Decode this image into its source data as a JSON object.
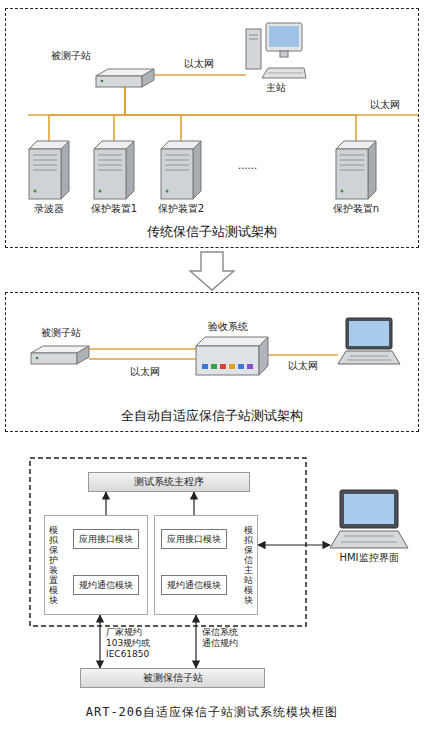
{
  "diagram": {
    "caption": "ART-206自适应保信子站测试系统模块框图",
    "nodes": [
      {
        "text": [
          "传统保信子站测试架构"
        ]
      },
      {
        "text": [
          "被测子站"
        ],
        "in": 0
      },
      {
        "text": [
          "主站"
        ],
        "in": 0
      },
      {
        "text": [
          "录波器"
        ],
        "in": 0
      },
      {
        "text": [
          "保护装置1"
        ],
        "in": 0
      },
      {
        "text": [
          "保护装置2"
        ],
        "in": 0
      },
      {
        "text": [
          "保护装置n"
        ],
        "in": 0
      },
      {
        "text": [
          "全自动自适应保信子站测试架构"
        ]
      },
      {
        "text": [
          "被测子站"
        ],
        "in": 7
      },
      {
        "text": [
          "验收系统"
        ],
        "in": 7
      },
      {
        "text": [
          "测试系统主程序"
        ]
      },
      {
        "text": [
          "模拟保护装置模块"
        ]
      },
      {
        "text": [
          "应用接口模块"
        ],
        "in": 11
      },
      {
        "text": [
          "规约通信模块"
        ],
        "in": 11
      },
      {
        "text": [
          "模拟保信主站模块"
        ]
      },
      {
        "text": [
          "应用接口模块"
        ],
        "in": 14
      },
      {
        "text": [
          "规约通信模块"
        ],
        "in": 14
      },
      {
        "text": [
          "HMI监控界面"
        ]
      },
      {
        "text": [
          "被测保信子站"
        ]
      }
    ],
    "edges": [
      {
        "from": 1,
        "to": 2,
        "arrow": "none",
        "label": "以太网"
      },
      {
        "from": 1,
        "to": 3,
        "arrow": "none"
      },
      {
        "from": 1,
        "to": 4,
        "arrow": "none"
      },
      {
        "from": 1,
        "to": 5,
        "arrow": "none"
      },
      {
        "from": 1,
        "to": 6,
        "arrow": "none"
      },
      {
        "from": 8,
        "to": 9,
        "arrow": "none"
      },
      {
        "from": 8,
        "to": 9,
        "arrow": "none",
        "label": "以太网"
      },
      {
        "from": 10,
        "to": 12,
        "arrow": "both"
      },
      {
        "from": 10,
        "to": 15,
        "arrow": "both"
      },
      {
        "from": 14,
        "to": 17,
        "arrow": "both"
      },
      {
        "from": 11,
        "to": 18,
        "arrow": "both",
        "label": "厂家规约 103规约或 IEC61850"
      },
      {
        "from": 14,
        "to": 18,
        "arrow": "both",
        "label": "保信系统 通信规约"
      }
    ],
    "labels": [
      "以太网",
      "......",
      "以太网"
    ]
  }
}
